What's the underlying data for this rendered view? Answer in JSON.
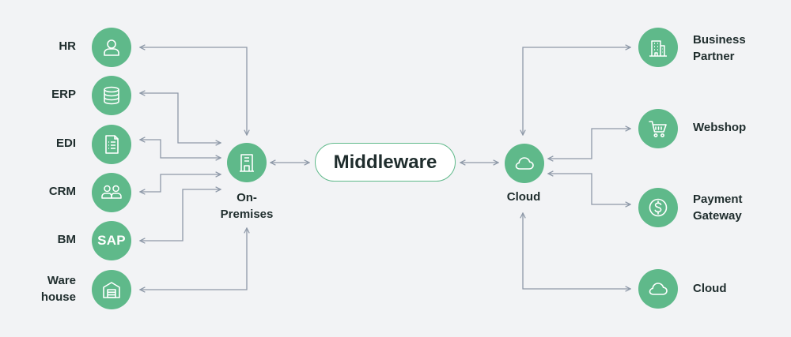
{
  "colors": {
    "accent": "#5fb98a",
    "line": "#8e99a8",
    "text": "#1f2d2d",
    "background": "#f2f3f5"
  },
  "left_systems": [
    {
      "label": "HR",
      "icon": "user-icon"
    },
    {
      "label": "ERP",
      "icon": "database-icon"
    },
    {
      "label": "EDI",
      "icon": "document-icon"
    },
    {
      "label": "CRM",
      "icon": "users-icon"
    },
    {
      "label": "BM",
      "icon": "sap-logo",
      "text": "SAP"
    },
    {
      "label": "Ware\nhouse",
      "icon": "warehouse-icon"
    }
  ],
  "on_premises": {
    "label": "On-\nPremises",
    "icon": "building-icon"
  },
  "middleware": {
    "label": "Middleware"
  },
  "cloud_hub": {
    "label": "Cloud",
    "icon": "cloud-icon"
  },
  "right_systems": [
    {
      "label": "Business\nPartner",
      "icon": "office-building-icon"
    },
    {
      "label": "Webshop",
      "icon": "shopping-cart-icon"
    },
    {
      "label": "Payment\nGateway",
      "icon": "dollar-coin-icon"
    },
    {
      "label": "Cloud",
      "icon": "cloud-icon"
    }
  ]
}
